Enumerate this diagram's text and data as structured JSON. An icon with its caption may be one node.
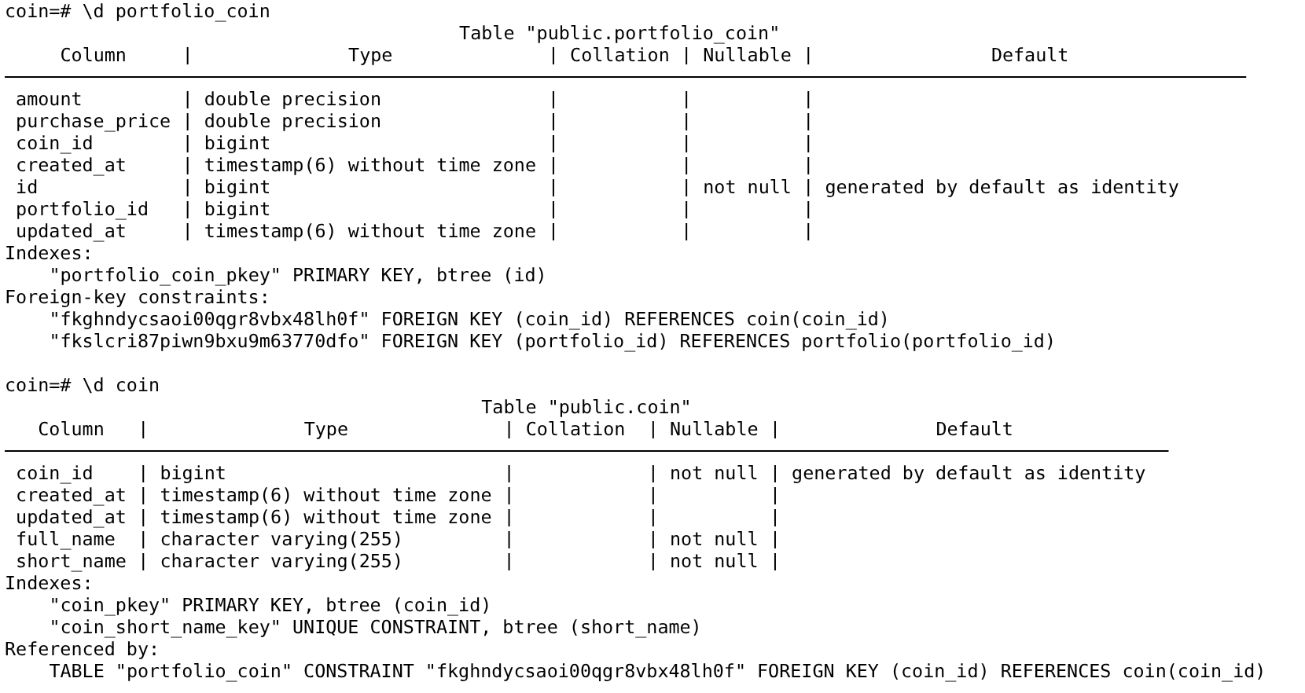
{
  "diagram": {
    "labels": [
      "coin=# \\d portfolio_coin",
      "Table \"public.portfolio_coin\"",
      "Column",
      "Type",
      "Collation",
      "Nullable",
      "Default",
      "amount",
      "double precision",
      "purchase_price",
      "double precision",
      "coin_id",
      "bigint",
      "created_at",
      "timestamp(6) without time zone",
      "id",
      "bigint",
      "not null",
      "generated by default as identity",
      "portfolio_id",
      "bigint",
      "updated_at",
      "timestamp(6) without time zone",
      "Indexes:",
      "\"portfolio_coin_pkey\" PRIMARY KEY, btree (id)",
      "Foreign-key constraints:",
      "\"fkghndycsaoi00qgr8vbx48lh0f\" FOREIGN KEY (coin_id) REFERENCES coin(coin_id)",
      "\"fkslcri87piwn9bxu9m63770dfo\" FOREIGN KEY (portfolio_id) REFERENCES portfolio(portfolio_id)",
      "coin=# \\d coin",
      "Table \"public.coin\"",
      "Column",
      "Type",
      "Collation",
      "Nullable",
      "Default",
      "coin_id",
      "bigint",
      "not null",
      "generated by default as identity",
      "created_at",
      "timestamp(6) without time zone",
      "updated_at",
      "timestamp(6) without time zone",
      "full_name",
      "character varying(255)",
      "not null",
      "short_name",
      "character varying(255)",
      "not null",
      "Indexes:",
      "\"coin_pkey\" PRIMARY KEY, btree (coin_id)",
      "\"coin_short_name_key\" UNIQUE CONSTRAINT, btree (short_name)",
      "Referenced by:",
      "TABLE \"portfolio_coin\" CONSTRAINT \"fkghndycsaoi00qgr8vbx48lh0f\" FOREIGN KEY (coin_id) REFERENCES coin(coin_id)"
    ]
  }
}
